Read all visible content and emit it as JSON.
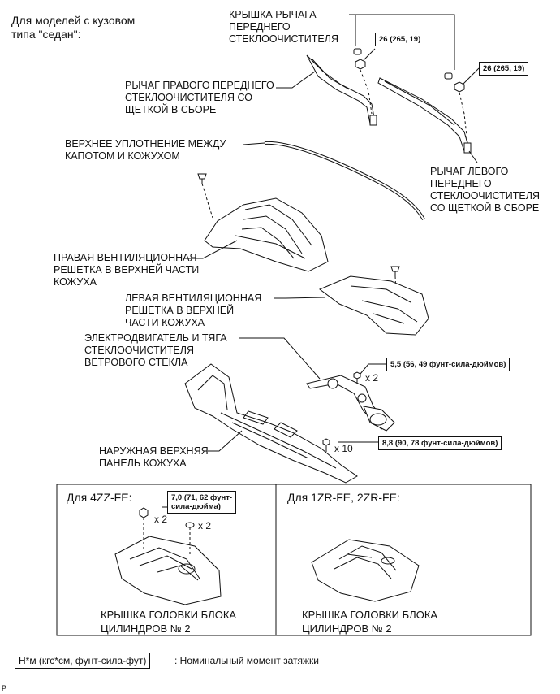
{
  "header": {
    "model_note": "Для моделей с кузовом\nтипа \"седан\":"
  },
  "labels": {
    "wiper_arm_cap": "КРЫШКА РЫЧАГА\nПЕРЕДНЕГО\nСТЕКЛООЧИСТИТЕЛЯ",
    "right_wiper_arm": "РЫЧАГ ПРАВОГО ПЕРЕДНЕГО\nСТЕКЛООЧИСТИТЕЛЯ СО\nЩЕТКОЙ В СБОРЕ",
    "left_wiper_arm": "РЫЧАГ ЛЕВОГО\nПЕРЕДНЕГО\nСТЕКЛООЧИСТИТЕЛЯ\nСО ЩЕТКОЙ В СБОРЕ",
    "hood_seal": "ВЕРХНЕЕ УПЛОТНЕНИЕ МЕЖДУ\nКАПОТОМ И КОЖУХОМ",
    "right_louver": "ПРАВАЯ ВЕНТИЛЯЦИОННАЯ\nРЕШЕТКА В ВЕРХНЕЙ ЧАСТИ\nКОЖУХА",
    "left_louver": "ЛЕВАЯ ВЕНТИЛЯЦИОННАЯ\nРЕШЕТКА В ВЕРХНЕЙ\nЧАСТИ КОЖУХА",
    "wiper_motor": "ЭЛЕКТРОДВИГАТЕЛЬ И ТЯГА\nСТЕКЛООЧИСТИТЕЛЯ\nВЕТРОВОГО СТЕКЛА",
    "outer_cowl_panel": "НАРУЖНАЯ ВЕРХНЯЯ\nПАНЕЛЬ КОЖУХА"
  },
  "torques": {
    "arm_right": "26 (265, 19)",
    "arm_left": "26 (265, 19)",
    "motor": "5,5 (56, 49 фунт-сила-дюймов)",
    "cowl_panel": "8,8 (90, 78 фунт-сила-дюймов)",
    "engine_cover": "7,0 (71, 62 фунт-\nсила-дюйма)"
  },
  "multipliers": {
    "motor_bolts": "x 2",
    "cowl_bolts": "x 10",
    "cover_nuts": "x 2",
    "cover_clips": "x 2"
  },
  "inset": {
    "left_title": "Для 4ZZ-FE:",
    "right_title": "Для 1ZR-FE, 2ZR-FE:",
    "left_caption": "КРЫШКА ГОЛОВКИ БЛОКА\nЦИЛИНДРОВ № 2",
    "right_caption": "КРЫШКА ГОЛОВКИ БЛОКА\nЦИЛИНДРОВ № 2"
  },
  "legend": {
    "unit_box": "Н*м (кгс*см, фунт-сила-фут)",
    "description": ": Номинальный момент затяжки"
  },
  "footer": {
    "corner_mark": "P"
  }
}
